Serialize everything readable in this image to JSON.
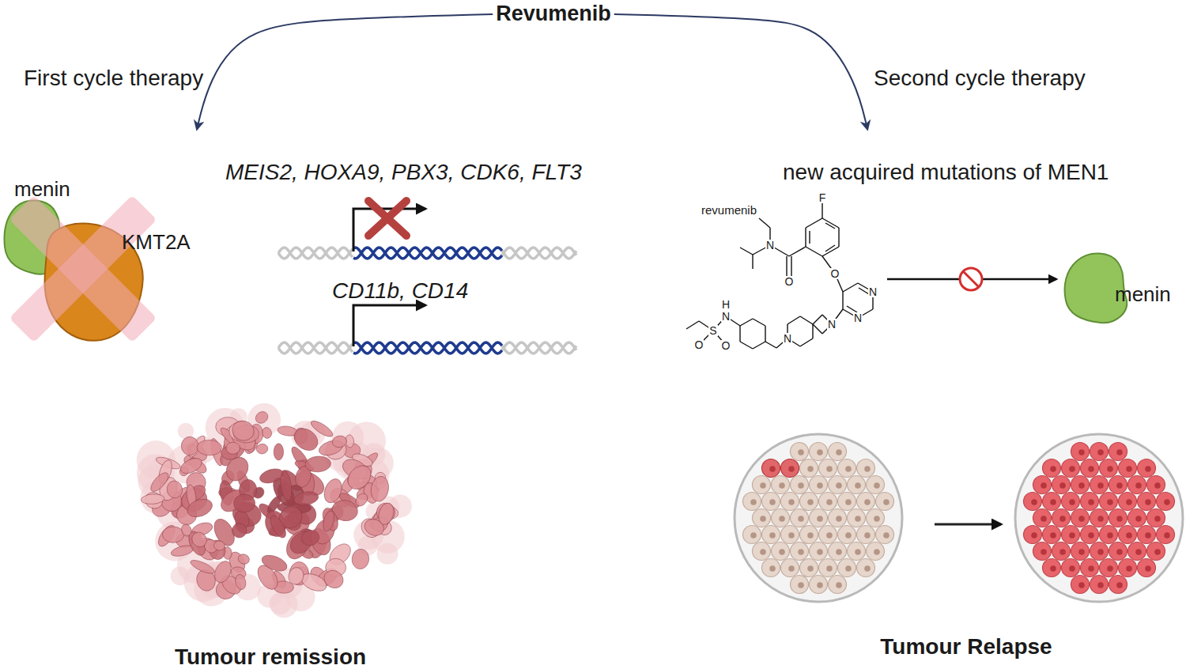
{
  "diagram": {
    "nodes": [
      {
        "text": [
          "Revumenib"
        ]
      },
      {
        "text": [
          "First cycle therapy"
        ]
      },
      {
        "text": [
          "Second cycle therapy"
        ]
      }
    ],
    "edges": [
      {
        "from": 0,
        "to": 1,
        "arrow": "to"
      },
      {
        "from": 0,
        "to": 2,
        "arrow": "to"
      }
    ],
    "labels": [
      "menin",
      "KMT2A",
      "MEIS2, HOXA9, PBX3, CDK6, FLT3",
      "CD11b, CD14",
      "Tumour remission",
      "new acquired mutations of MEN1",
      "revumenib",
      "F",
      "N",
      "O",
      "O",
      "N",
      "N",
      "N",
      "N",
      "H",
      "N",
      "S",
      "O",
      "O",
      "menin",
      "Tumour Relapse"
    ]
  }
}
